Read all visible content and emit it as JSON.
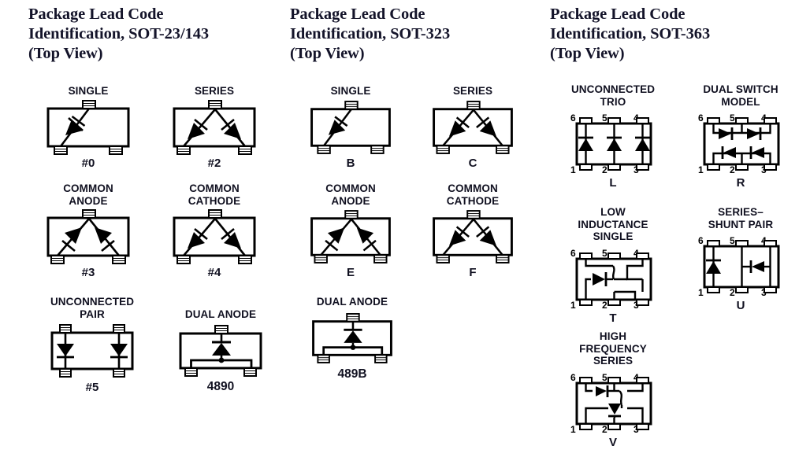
{
  "document": {
    "kind": "datasheet-figure",
    "background_color": "#ffffff",
    "ink_color": "#000000",
    "title_color": "#14142a"
  },
  "columns": [
    {
      "id": "sot-23-143",
      "title": "Package Lead Code\nIdentification, SOT-23/143\n(Top View)",
      "title_lines": [
        "Package Lead Code",
        "Identification, SOT-23/143",
        "(Top View)"
      ],
      "package_style": "sot23",
      "cells": [
        {
          "caption": "SINGLE",
          "code": "#0",
          "symbol": "single-diag",
          "leads": 3
        },
        {
          "caption": "SERIES",
          "code": "#2",
          "symbol": "series-out-in",
          "leads": 3
        },
        {
          "caption": "COMMON\nANODE",
          "code": "#3",
          "symbol": "common-anode",
          "leads": 3
        },
        {
          "caption": "COMMON\nCATHODE",
          "code": "#4",
          "symbol": "common-cathode",
          "leads": 3
        },
        {
          "caption": "UNCONNECTED\nPAIR",
          "code": "#5",
          "symbol": "unconnected-pair",
          "leads": 4
        },
        {
          "caption": "DUAL ANODE",
          "code": "4890",
          "symbol": "dual-anode",
          "leads": 3
        }
      ]
    },
    {
      "id": "sot-323",
      "title": "Package Lead Code\nIdentification, SOT-323\n(Top View)",
      "title_lines": [
        "Package Lead Code",
        "Identification, SOT-323",
        "(Top View)"
      ],
      "package_style": "sot23",
      "cells": [
        {
          "caption": "SINGLE",
          "code": "B",
          "symbol": "single-diag",
          "leads": 3
        },
        {
          "caption": "SERIES",
          "code": "C",
          "symbol": "series-in-in",
          "leads": 3
        },
        {
          "caption": "COMMON\nANODE",
          "code": "E",
          "symbol": "common-anode",
          "leads": 3
        },
        {
          "caption": "COMMON\nCATHODE",
          "code": "F",
          "symbol": "common-cathode",
          "leads": 3
        },
        {
          "caption": "DUAL ANODE",
          "code": "489B",
          "symbol": "dual-anode",
          "leads": 3
        }
      ]
    },
    {
      "id": "sot-363",
      "title": "Package Lead Code\nIdentification, SOT-363\n(Top View)",
      "title_lines": [
        "Package Lead Code",
        "Identification, SOT-363",
        "(Top View)"
      ],
      "package_style": "sot363",
      "pin_numbers_top": [
        "6",
        "5",
        "4"
      ],
      "pin_numbers_bottom": [
        "1",
        "2",
        "3"
      ],
      "cells": [
        {
          "caption": "UNCONNECTED\nTRIO",
          "code": "L",
          "symbol": "trio",
          "leads": 6
        },
        {
          "caption": "DUAL SWITCH\nMODEL",
          "code": "R",
          "symbol": "dual-switch",
          "leads": 6
        },
        {
          "caption": "LOW\nINDUCTANCE\nSINGLE",
          "code": "T",
          "symbol": "low-inductance",
          "leads": 6
        },
        {
          "caption": "SERIES–\nSHUNT PAIR",
          "code": "U",
          "symbol": "series-shunt",
          "leads": 6
        },
        {
          "caption": "HIGH\nFREQUENCY\nSERIES",
          "code": "V",
          "symbol": "high-freq",
          "leads": 6
        }
      ]
    }
  ]
}
